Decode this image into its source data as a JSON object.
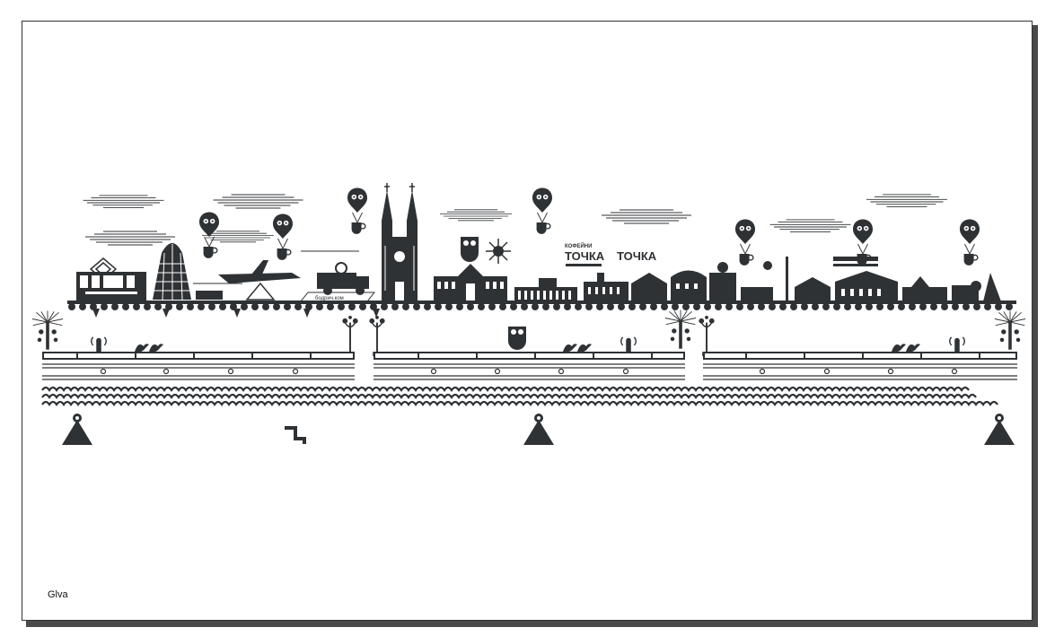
{
  "document": {
    "caption": "Glva"
  },
  "artwork": {
    "ink_color": "#2f3235",
    "paper_color": "#ffffff",
    "sign_text": "бодрич.ком",
    "brand_small": "КОФЕЙНИ",
    "brand_main_a": "ТОЧКА",
    "brand_main_b": "ТОЧКА"
  },
  "icons": [
    "owl-balloon-icon",
    "coffee-cup-icon",
    "sun-icon",
    "moon-icon",
    "tram-icon",
    "truck-icon",
    "airplane-icon",
    "cathedral-icon",
    "tree-icon",
    "street-lamp-icon",
    "anchor-weight-icon"
  ]
}
